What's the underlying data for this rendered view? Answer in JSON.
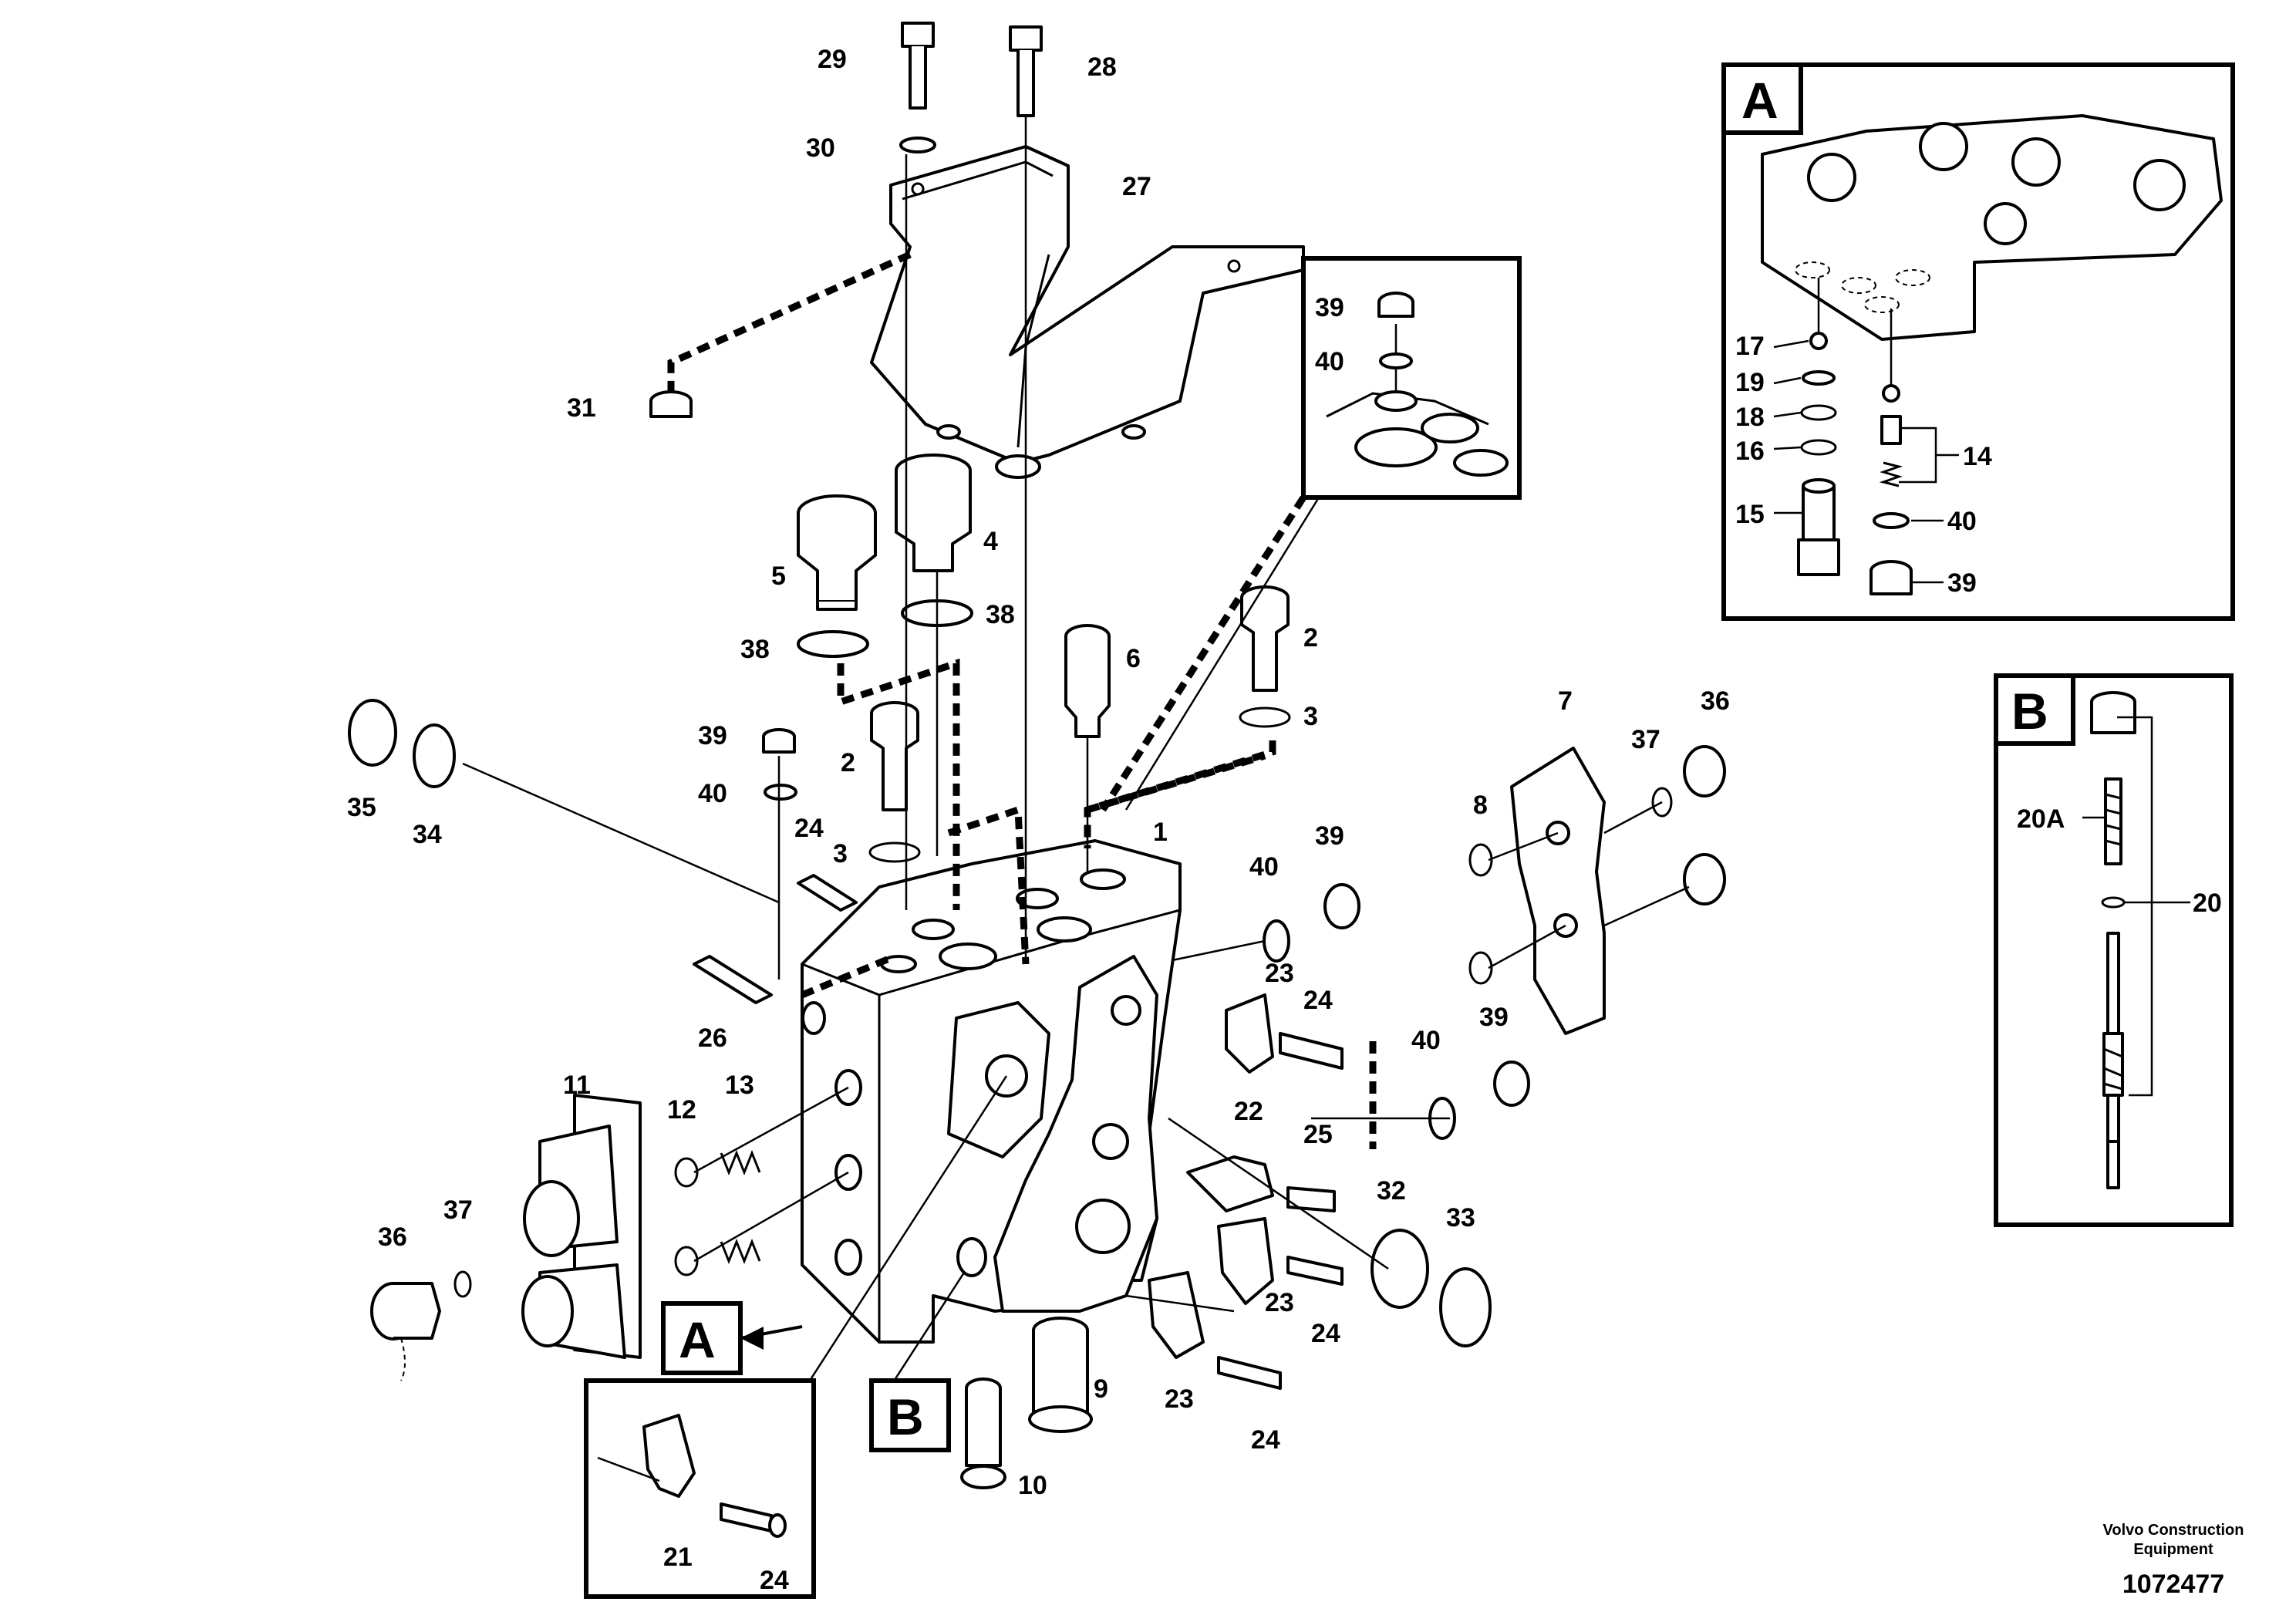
{
  "callouts": {
    "c1": "1",
    "c2a": "2",
    "c2b": "2",
    "c3a": "3",
    "c3b": "3",
    "c4": "4",
    "c5": "5",
    "c6": "6",
    "c7": "7",
    "c8": "8",
    "c9": "9",
    "c10": "10",
    "c11": "11",
    "c12": "12",
    "c13": "13",
    "c21": "21",
    "c22": "22",
    "c23a": "23",
    "c23b": "23",
    "c23c": "23",
    "c24a": "24",
    "c24b": "24",
    "c24c": "24",
    "c24d": "24",
    "c24e": "24",
    "c25": "25",
    "c26": "26",
    "c27": "27",
    "c28": "28",
    "c29": "29",
    "c30": "30",
    "c31": "31",
    "c32": "32",
    "c33": "33",
    "c34": "34",
    "c35": "35",
    "c36a": "36",
    "c36b": "36",
    "c37a": "37",
    "c37b": "37",
    "c38a": "38",
    "c38b": "38",
    "c39a": "39",
    "c39b": "39",
    "c39c": "39",
    "c39d": "39",
    "c40a": "40",
    "c40b": "40",
    "c40c": "40",
    "c40d": "40"
  },
  "detail_a": {
    "tag": "A",
    "labels": {
      "l17": "17",
      "l19": "19",
      "l18": "18",
      "l16": "16",
      "l15": "15",
      "l14": "14",
      "l40": "40",
      "l39": "39"
    }
  },
  "detail_b": {
    "tag": "B",
    "labels": {
      "l20a": "20A",
      "l20": "20"
    }
  },
  "main_tags": {
    "a": "A",
    "b": "B"
  },
  "footer": {
    "company_line1": "Volvo Construction",
    "company_line2": "Equipment",
    "drawing_number": "1072477"
  }
}
